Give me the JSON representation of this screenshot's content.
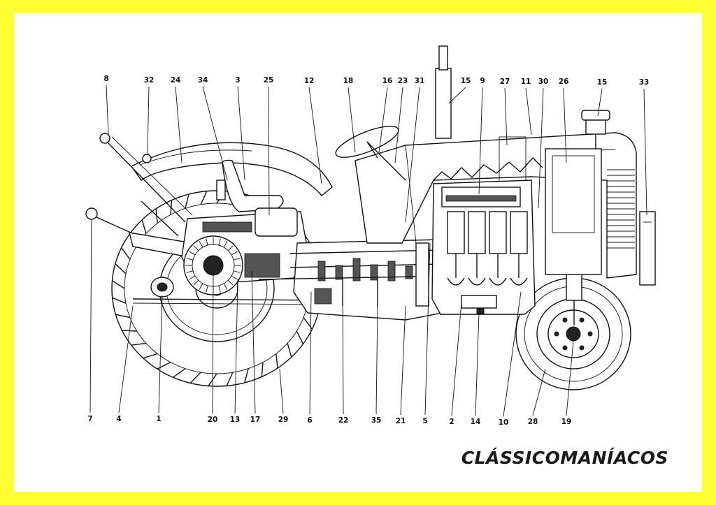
{
  "colors": {
    "frame": "#ffff33",
    "sheet": "#ffffff",
    "ink": "#111111"
  },
  "brand": "CLÁSSICOMANÍACOS",
  "top_labels": [
    "8",
    "32",
    "24",
    "34",
    "3",
    "25",
    "12",
    "18",
    "16",
    "23",
    "31",
    "15",
    "9",
    "27",
    "11",
    "30",
    "26",
    "15",
    "33"
  ],
  "bottom_labels": [
    "7",
    "4",
    "1",
    "20",
    "13",
    "17",
    "29",
    "6",
    "22",
    "35",
    "21",
    "5",
    "2",
    "14",
    "10",
    "28",
    "19"
  ]
}
